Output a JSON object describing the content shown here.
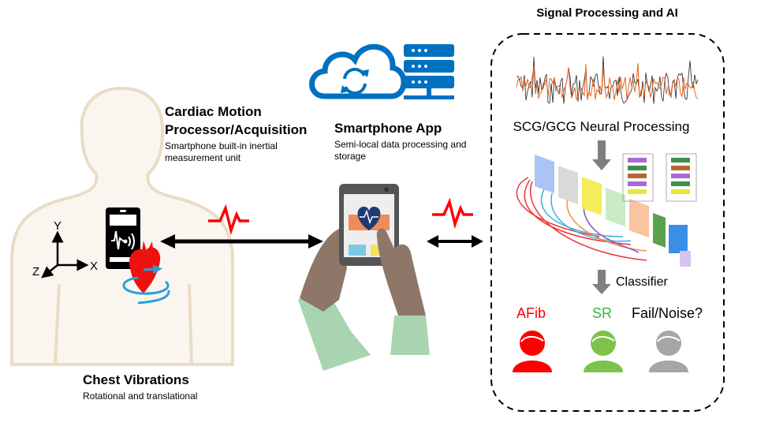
{
  "acquisition": {
    "title_line1": "Cardiac Motion",
    "title_line2": "Processor/Acquisition",
    "subtitle_line1": "Smartphone built-in inertial",
    "subtitle_line2": "measurement unit"
  },
  "axes": {
    "x": "X",
    "y": "Y",
    "z": "Z"
  },
  "chest": {
    "title": "Chest Vibrations",
    "subtitle": "Rotational and translational"
  },
  "app": {
    "title": "Smartphone App",
    "subtitle_line1": "Semi-local data processing and",
    "subtitle_line2": "storage"
  },
  "processing": {
    "title": "Signal Processing and AI",
    "neural_label": "SCG/GCG Neural Processing",
    "classifier_label": "Classifier",
    "classes": [
      {
        "label": "AFib",
        "color": "#ff0000"
      },
      {
        "label": "SR",
        "color": "#3cb043"
      },
      {
        "label": "Fail/Noise?",
        "color": "#000000",
        "icon_color": "#a6a6a6"
      }
    ]
  },
  "colors": {
    "accent_blue": "#0070c0",
    "pulse_red": "#ff0000",
    "body_fill": "#faf6ef",
    "body_outline": "#eadcc5"
  }
}
